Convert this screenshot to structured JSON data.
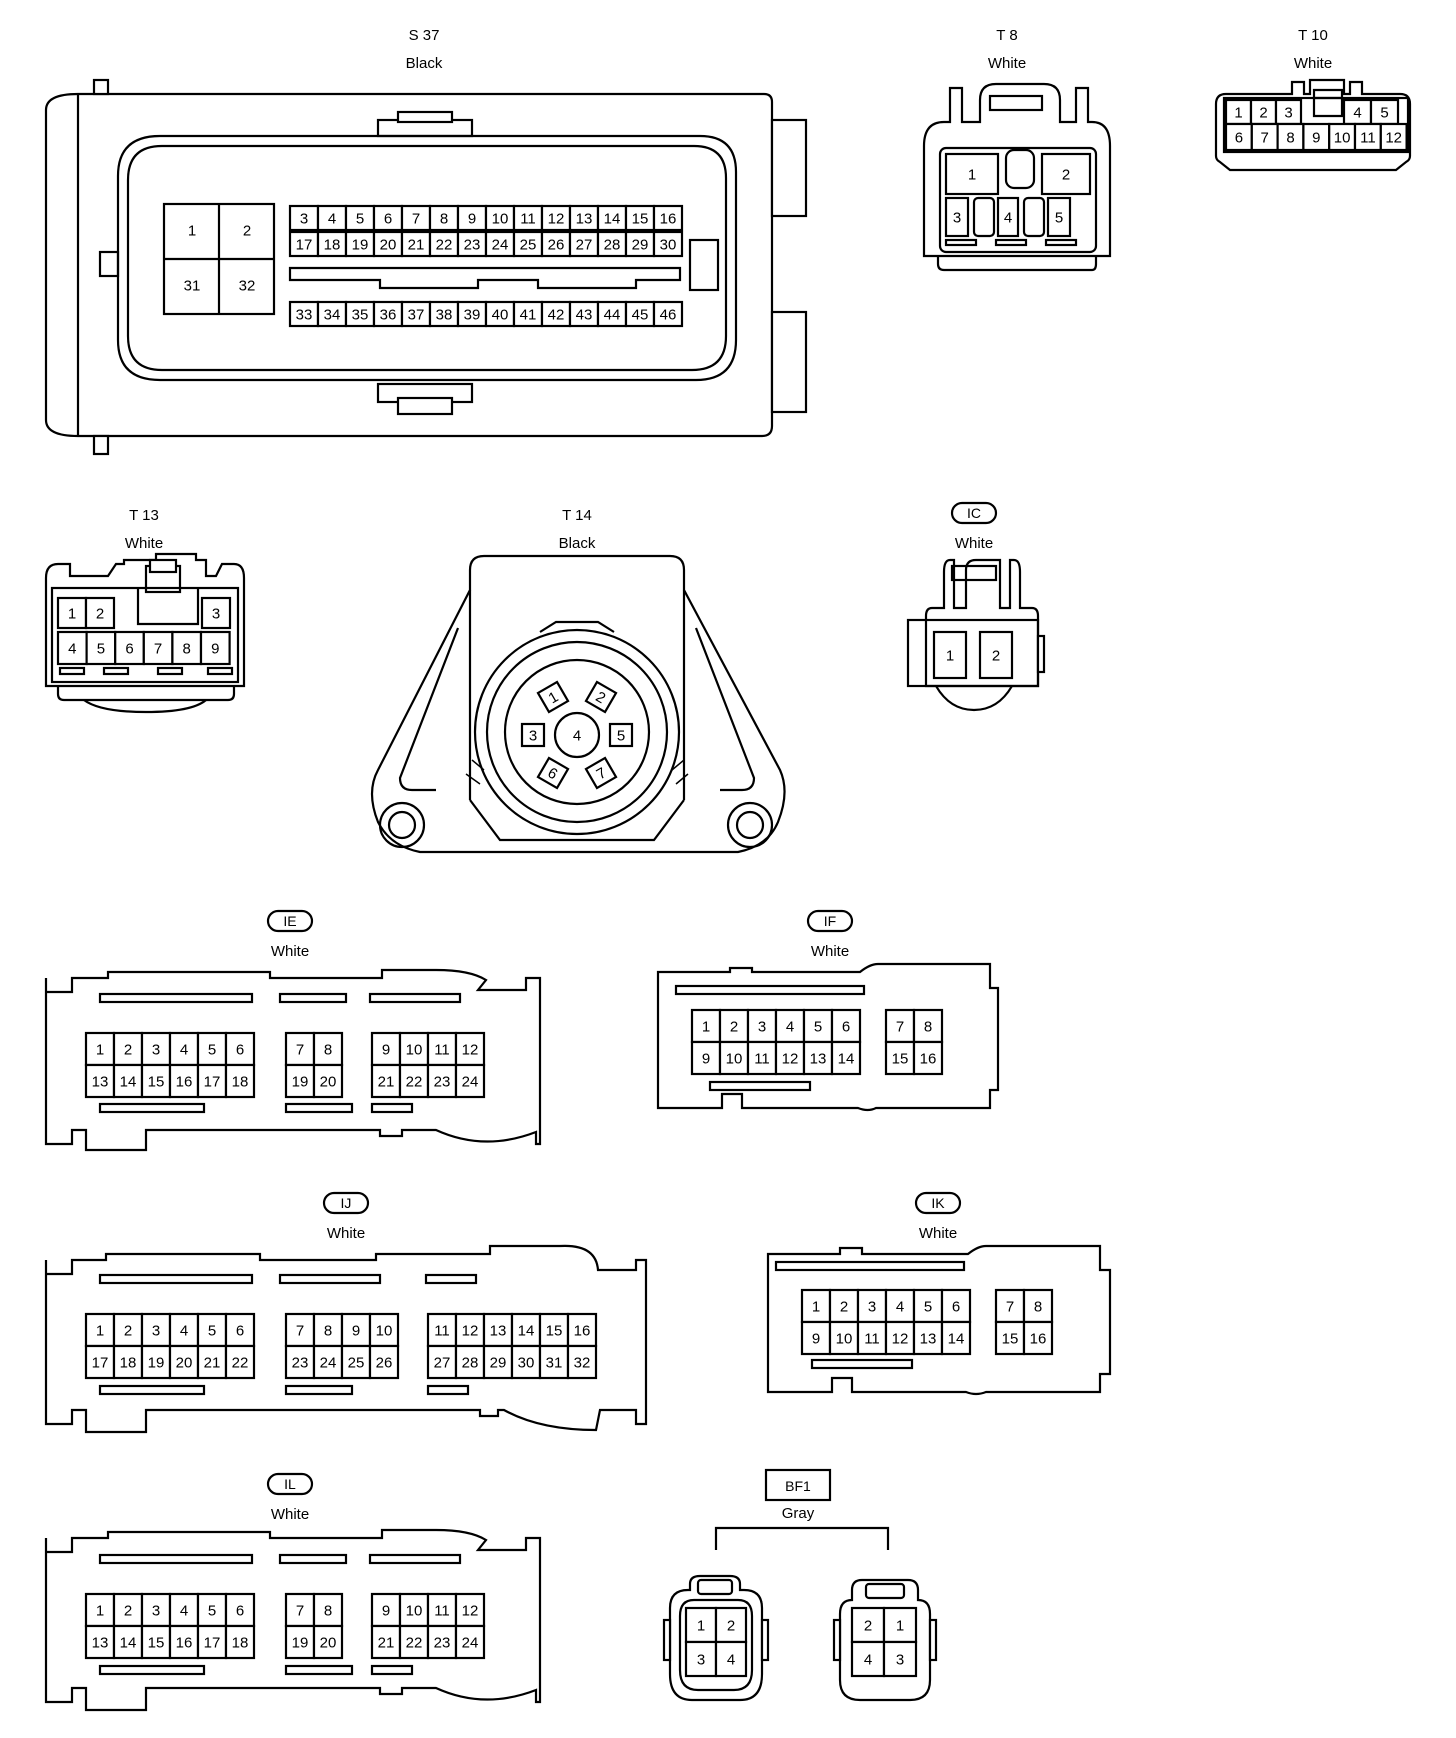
{
  "connectors": {
    "s37": {
      "code": "S 37",
      "color": "Black",
      "big_pins": [
        "1",
        "2",
        "31",
        "32"
      ],
      "row1": [
        "3",
        "4",
        "5",
        "6",
        "7",
        "8",
        "9",
        "10",
        "11",
        "12",
        "13",
        "14",
        "15",
        "16"
      ],
      "row2": [
        "17",
        "18",
        "19",
        "20",
        "21",
        "22",
        "23",
        "24",
        "25",
        "26",
        "27",
        "28",
        "29",
        "30"
      ],
      "row3": [
        "33",
        "34",
        "35",
        "36",
        "37",
        "38",
        "39",
        "40",
        "41",
        "42",
        "43",
        "44",
        "45",
        "46"
      ]
    },
    "t8": {
      "code": "T 8",
      "color": "White",
      "pins": [
        "1",
        "2",
        "3",
        "4",
        "5"
      ]
    },
    "t10": {
      "code": "T 10",
      "color": "White",
      "row1": [
        "1",
        "2",
        "3",
        "4",
        "5"
      ],
      "row2": [
        "6",
        "7",
        "8",
        "9",
        "10",
        "11",
        "12"
      ]
    },
    "t13": {
      "code": "T 13",
      "color": "White",
      "row1": [
        "1",
        "2",
        "3"
      ],
      "row2": [
        "4",
        "5",
        "6",
        "7",
        "8",
        "9"
      ]
    },
    "t14": {
      "code": "T 14",
      "color": "Black",
      "pins": [
        "1",
        "2",
        "3",
        "4",
        "5",
        "6",
        "7"
      ]
    },
    "ic": {
      "code": "IC",
      "color": "White",
      "pins": [
        "1",
        "2"
      ]
    },
    "ie": {
      "code": "IE",
      "color": "White",
      "g1r1": [
        "1",
        "2",
        "3",
        "4",
        "5",
        "6"
      ],
      "g1r2": [
        "13",
        "14",
        "15",
        "16",
        "17",
        "18"
      ],
      "g2r1": [
        "7",
        "8"
      ],
      "g2r2": [
        "19",
        "20"
      ],
      "g3r1": [
        "9",
        "10",
        "11",
        "12"
      ],
      "g3r2": [
        "21",
        "22",
        "23",
        "24"
      ]
    },
    "if": {
      "code": "IF",
      "color": "White",
      "g1r1": [
        "1",
        "2",
        "3",
        "4",
        "5",
        "6"
      ],
      "g1r2": [
        "9",
        "10",
        "11",
        "12",
        "13",
        "14"
      ],
      "g2r1": [
        "7",
        "8"
      ],
      "g2r2": [
        "15",
        "16"
      ]
    },
    "ij": {
      "code": "IJ",
      "color": "White",
      "g1r1": [
        "1",
        "2",
        "3",
        "4",
        "5",
        "6"
      ],
      "g1r2": [
        "17",
        "18",
        "19",
        "20",
        "21",
        "22"
      ],
      "g2r1": [
        "7",
        "8",
        "9",
        "10"
      ],
      "g2r2": [
        "23",
        "24",
        "25",
        "26"
      ],
      "g3r1": [
        "11",
        "12",
        "13",
        "14",
        "15",
        "16"
      ],
      "g3r2": [
        "27",
        "28",
        "29",
        "30",
        "31",
        "32"
      ]
    },
    "ik": {
      "code": "IK",
      "color": "White",
      "g1r1": [
        "1",
        "2",
        "3",
        "4",
        "5",
        "6"
      ],
      "g1r2": [
        "9",
        "10",
        "11",
        "12",
        "13",
        "14"
      ],
      "g2r1": [
        "7",
        "8"
      ],
      "g2r2": [
        "15",
        "16"
      ]
    },
    "il": {
      "code": "IL",
      "color": "White",
      "g1r1": [
        "1",
        "2",
        "3",
        "4",
        "5",
        "6"
      ],
      "g1r2": [
        "13",
        "14",
        "15",
        "16",
        "17",
        "18"
      ],
      "g2r1": [
        "7",
        "8"
      ],
      "g2r2": [
        "19",
        "20"
      ],
      "g3r1": [
        "9",
        "10",
        "11",
        "12"
      ],
      "g3r2": [
        "21",
        "22",
        "23",
        "24"
      ]
    },
    "bf1": {
      "code": "BF1",
      "color": "Gray",
      "left_pins": [
        "1",
        "2",
        "3",
        "4"
      ],
      "right_pins": [
        "2",
        "1",
        "4",
        "3"
      ]
    }
  }
}
